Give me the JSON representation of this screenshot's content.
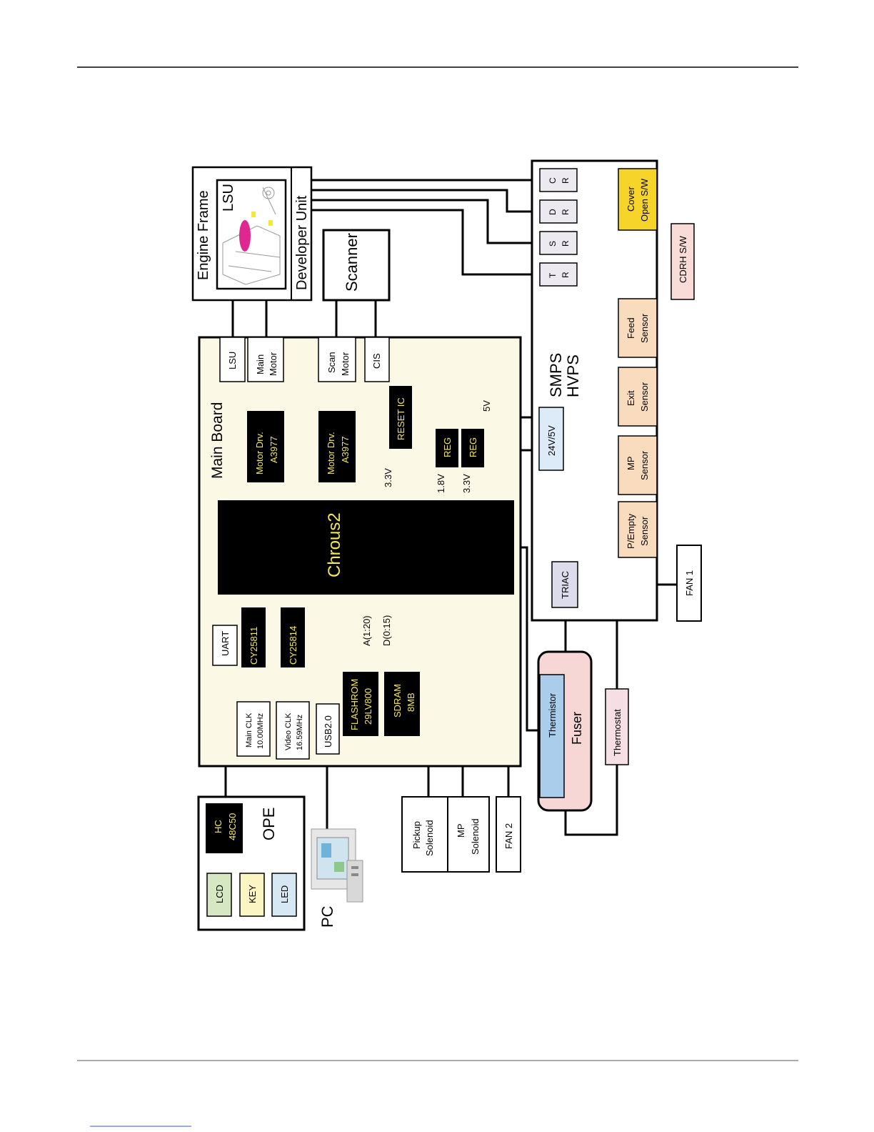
{
  "engine_frame": {
    "title": "Engine Frame",
    "lsu_label": "LSU",
    "developer_label": "Developer Unit"
  },
  "scanner": {
    "label": "Scanner"
  },
  "main_board": {
    "title": "Main Board",
    "cpu": "Chrous2",
    "connectors": {
      "lsu": "LSU",
      "main_motor": [
        "Main",
        "Motor"
      ],
      "scan_motor": [
        "Scan",
        "Motor"
      ],
      "cis": "CIS",
      "uart": "UART",
      "usb": "USB2.0"
    },
    "motor_drivers": [
      [
        "Motor  Drv.",
        "A3977"
      ],
      [
        "Motor  Drv.",
        "A3977"
      ]
    ],
    "reset_ic": "RESET IC",
    "regulators": [
      "REG",
      "REG"
    ],
    "clock_chips": [
      "CY25811",
      "CY25814"
    ],
    "clocks": [
      [
        "Main CLK",
        "10.00MHz"
      ],
      [
        "Video CLK",
        "16.59MHz"
      ]
    ],
    "memories": [
      [
        "FLASHROM",
        "29LV800"
      ],
      [
        "SDRAM",
        "8MB"
      ]
    ],
    "voltages": {
      "v33_reset": "3.3V",
      "v18": "1.8V",
      "v33_reg": "3.3V",
      "v5": "5V"
    },
    "bus": {
      "address": "A(1:20)",
      "data": "D(0:15)"
    }
  },
  "smps": {
    "title_lines": [
      "SMPS",
      "HVPS"
    ],
    "outputs": [
      [
        "C",
        "R"
      ],
      [
        "D",
        "R"
      ],
      [
        "S",
        "R"
      ],
      [
        "T",
        "R"
      ]
    ],
    "cover_switch": [
      "Cover",
      "Open S/W"
    ],
    "sensors": [
      [
        "Feed",
        "Sensor"
      ],
      [
        "Exit",
        "Sensor"
      ],
      [
        "MP",
        "Sensor"
      ],
      [
        "P/Empty",
        "Sensor"
      ]
    ],
    "power": "24V/5V"
  },
  "cdrh": "CDRH S/W",
  "triac": "TRIAC",
  "fan1": "FAN 1",
  "fan2": "FAN 2",
  "fuser": {
    "label": "Fuser",
    "thermistor": "Thermistor"
  },
  "thermostat": "Thermostat",
  "ope": {
    "title": "OPE",
    "controller": [
      "HC",
      "48C50"
    ],
    "lcd": "LCD",
    "key": "KEY",
    "led": "LED"
  },
  "pc": "PC",
  "pickup_solenoid": [
    "Pickup",
    "Solenoid"
  ],
  "mp_solenoid": [
    "MP",
    "Solenoid"
  ],
  "colors": {
    "board_fill": "#fbf9e6",
    "chip_text": "#f5e85a",
    "cover_switch": "#f6d42a",
    "sensor_fill": "#f8dcbd",
    "output_fill": "#eceaf0",
    "cdrh_fill": "#f9dcd8",
    "power_fill": "#dcebf7",
    "fuser_fill": "#f7d6d6",
    "thermistor_fill": "#a9cdea",
    "thermostat_fill": "#f5dfe5",
    "triac_fill": "#dcdcec",
    "lcd_fill": "#d6e8c3",
    "key_fill": "#fbf5c3",
    "led_fill": "#d7e8f5",
    "lsu_accent": "#e0268f"
  }
}
